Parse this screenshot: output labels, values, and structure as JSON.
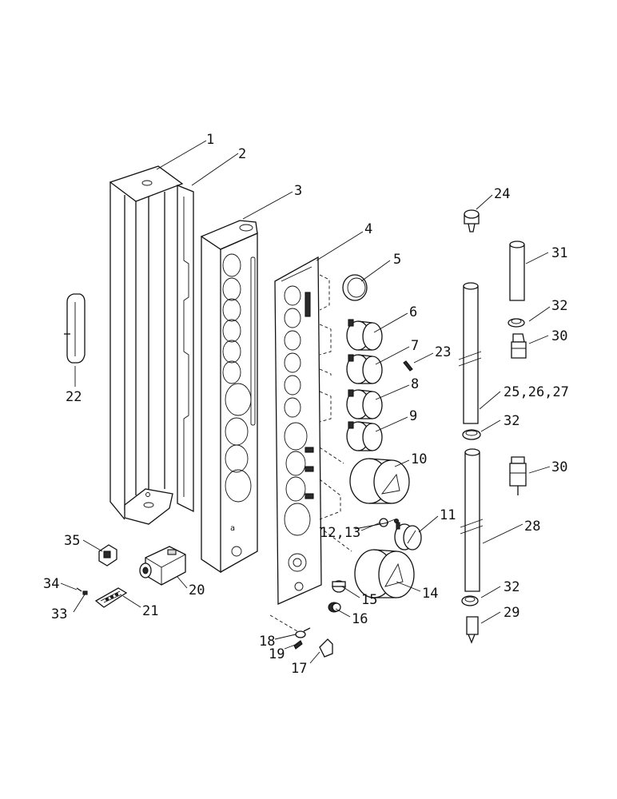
{
  "callouts": [
    {
      "id": "c1",
      "text": "1"
    },
    {
      "id": "c2",
      "text": "2"
    },
    {
      "id": "c3",
      "text": "3"
    },
    {
      "id": "c4",
      "text": "4"
    },
    {
      "id": "c5",
      "text": "5"
    },
    {
      "id": "c6",
      "text": "6"
    },
    {
      "id": "c7",
      "text": "7"
    },
    {
      "id": "c8",
      "text": "8"
    },
    {
      "id": "c9",
      "text": "9"
    },
    {
      "id": "c10",
      "text": "10"
    },
    {
      "id": "c11",
      "text": "11"
    },
    {
      "id": "c12",
      "text": "12,13"
    },
    {
      "id": "c14",
      "text": "14"
    },
    {
      "id": "c15",
      "text": "15"
    },
    {
      "id": "c16",
      "text": "16"
    },
    {
      "id": "c17",
      "text": "17"
    },
    {
      "id": "c18",
      "text": "18"
    },
    {
      "id": "c19",
      "text": "19"
    },
    {
      "id": "c20",
      "text": "20"
    },
    {
      "id": "c21",
      "text": "21"
    },
    {
      "id": "c22",
      "text": "22"
    },
    {
      "id": "c23",
      "text": "23"
    },
    {
      "id": "c24",
      "text": "24"
    },
    {
      "id": "c25",
      "text": "25,26,27"
    },
    {
      "id": "c28",
      "text": "28"
    },
    {
      "id": "c29",
      "text": "29"
    },
    {
      "id": "c30a",
      "text": "30"
    },
    {
      "id": "c30b",
      "text": "30"
    },
    {
      "id": "c31",
      "text": "31"
    },
    {
      "id": "c32a",
      "text": "32"
    },
    {
      "id": "c32b",
      "text": "32"
    },
    {
      "id": "c32c",
      "text": "32"
    },
    {
      "id": "c33",
      "text": "33"
    },
    {
      "id": "c34",
      "text": "34"
    },
    {
      "id": "c35",
      "text": "35"
    }
  ]
}
